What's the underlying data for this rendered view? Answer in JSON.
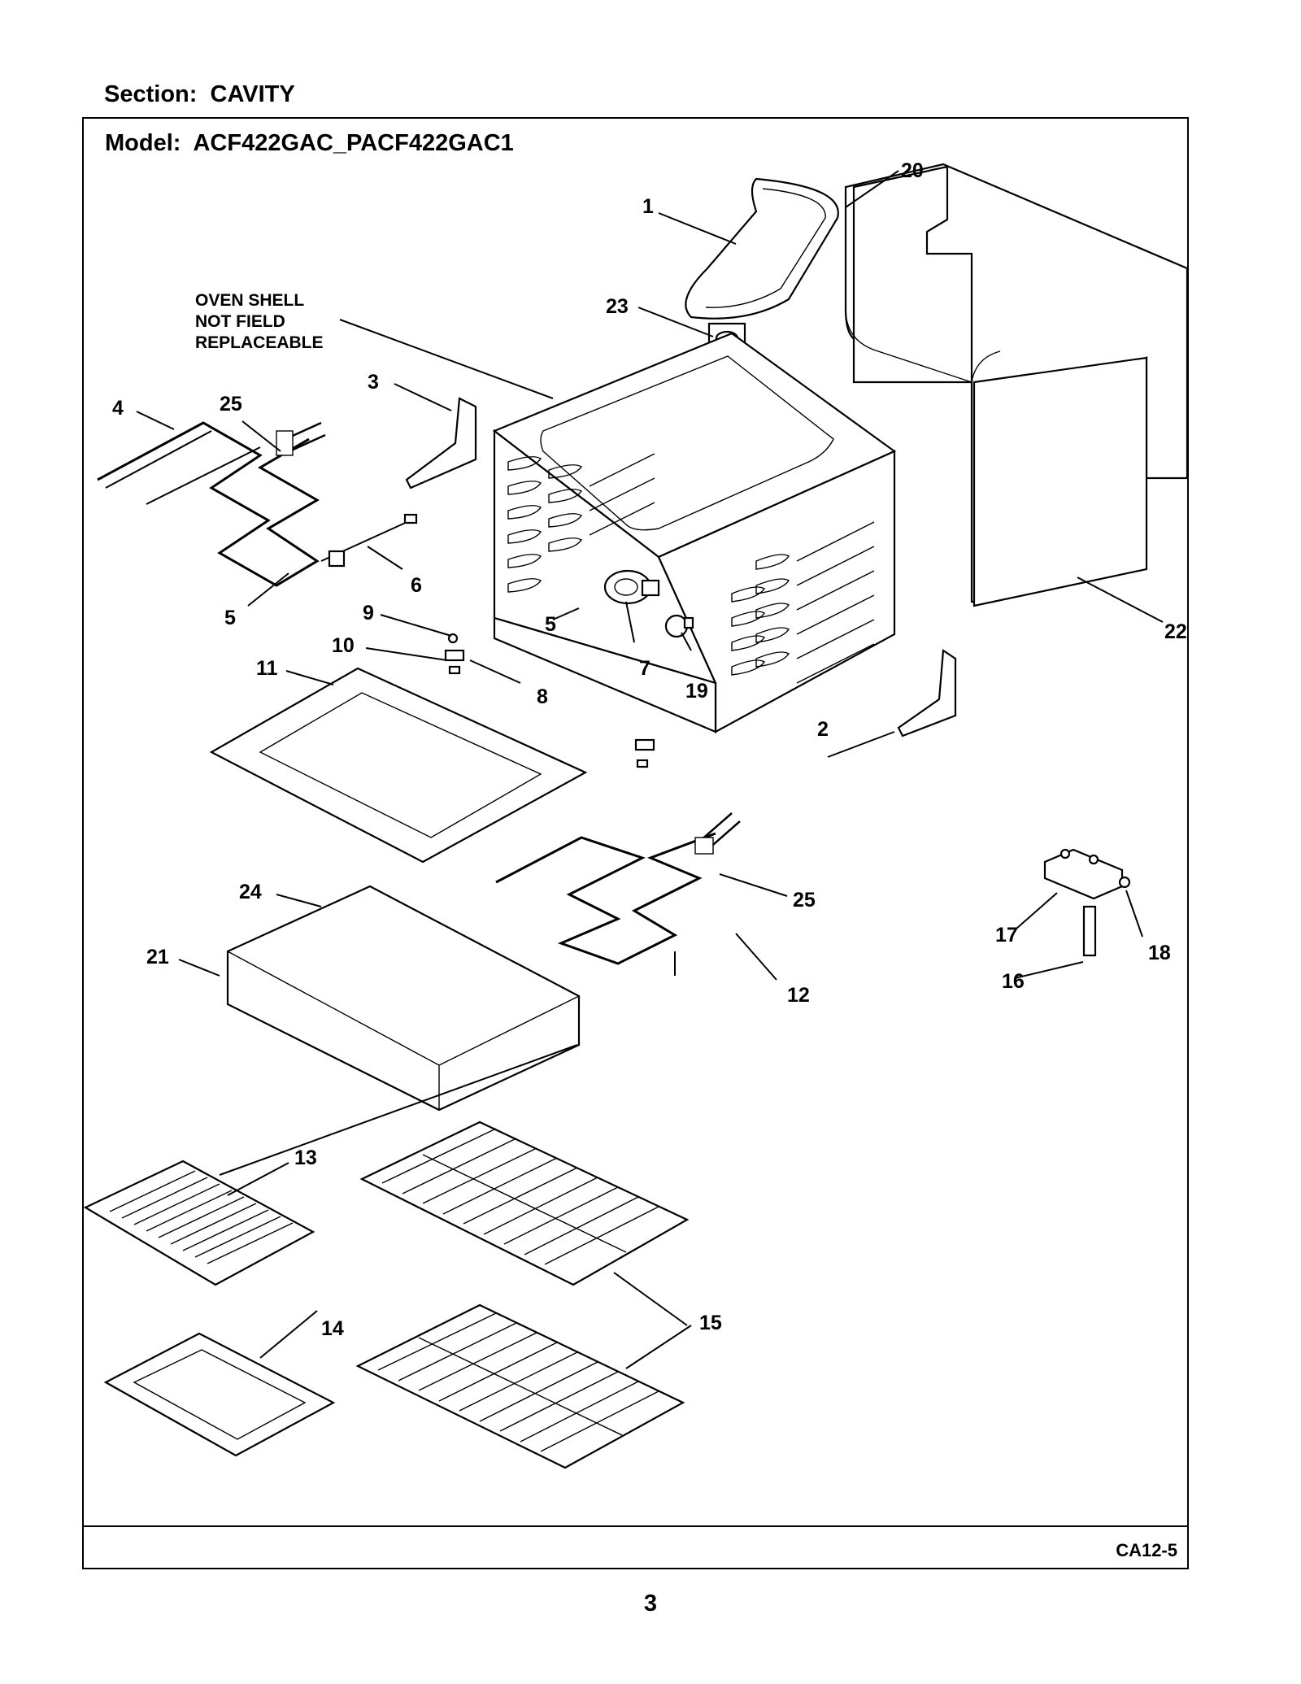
{
  "header": {
    "section": "Section:  CAVITY",
    "model": "Model:  ACF422GAC_PACF422GAC1"
  },
  "note": {
    "line1": "OVEN SHELL",
    "line2": "NOT FIELD",
    "line3": "REPLACEABLE"
  },
  "callouts": {
    "c1": "1",
    "c2": "2",
    "c3": "3",
    "c4": "4",
    "c5a": "5",
    "c5b": "5",
    "c6": "6",
    "c7": "7",
    "c8": "8",
    "c9": "9",
    "c10": "10",
    "c11": "11",
    "c12": "12",
    "c13": "13",
    "c14": "14",
    "c15": "15",
    "c16": "16",
    "c17": "17",
    "c18": "18",
    "c19": "19",
    "c20": "20",
    "c21": "21",
    "c22": "22",
    "c23": "23",
    "c24": "24",
    "c25a": "25",
    "c25b": "25"
  },
  "footer": {
    "drawing_code": "CA12-5",
    "page_number": "3"
  }
}
